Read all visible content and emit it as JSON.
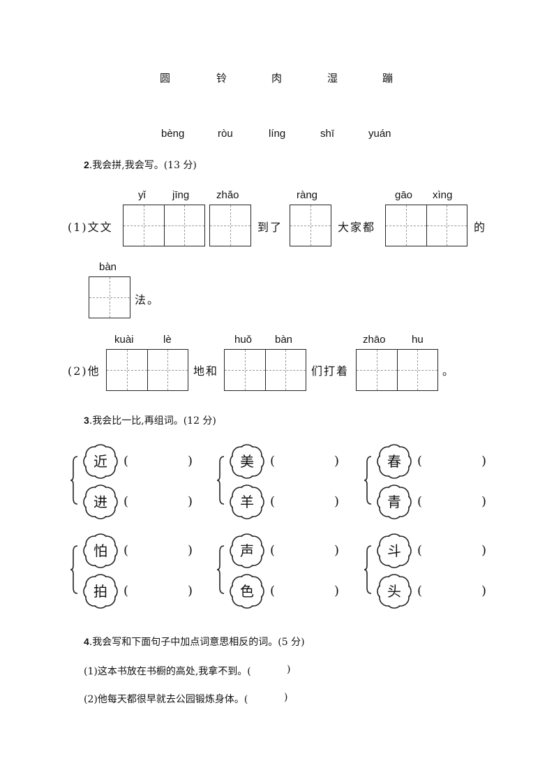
{
  "top_chars": [
    "圆",
    "铃",
    "肉",
    "湿",
    "蹦"
  ],
  "top_pinyin": [
    "bèng",
    "ròu",
    "líng",
    "shī",
    "yuán"
  ],
  "q2": {
    "num": "2",
    "title": ".我会拼,我会写。(13 分)",
    "line1": {
      "prefix": "(1)文文",
      "mid1": "到了",
      "mid2": "大家都",
      "suffix": "的",
      "pinyin": [
        "yǐ",
        "jīng",
        "zhǎo",
        "ràng",
        "gāo",
        "xìng"
      ]
    },
    "line2": {
      "pinyin": [
        "bàn"
      ],
      "suffix": "法。"
    },
    "line3": {
      "prefix": "(2)他",
      "mid1": "地和",
      "mid2": "们打着",
      "suffix": "。",
      "pinyin": [
        "kuài",
        "lè",
        "huǒ",
        "bàn",
        "zhāo",
        "hu"
      ]
    }
  },
  "q3": {
    "num": "3",
    "title": ".我会比一比,再组词。(12 分)",
    "open_paren": "(",
    "close_paren": ")",
    "pairs": [
      [
        "近",
        "进"
      ],
      [
        "美",
        "羊"
      ],
      [
        "春",
        "青"
      ],
      [
        "怕",
        "拍"
      ],
      [
        "声",
        "色"
      ],
      [
        "斗",
        "头"
      ]
    ]
  },
  "q4": {
    "num": "4",
    "title": ".我会写和下面句子中加点词意思相反的词。(5 分)",
    "sentences": [
      {
        "text": "(1)这本书放在书橱的高处,我拿不到。(",
        "close": ")"
      },
      {
        "text": "(2)他每天都很早就去公园锻炼身体。(",
        "close": ")"
      }
    ]
  }
}
